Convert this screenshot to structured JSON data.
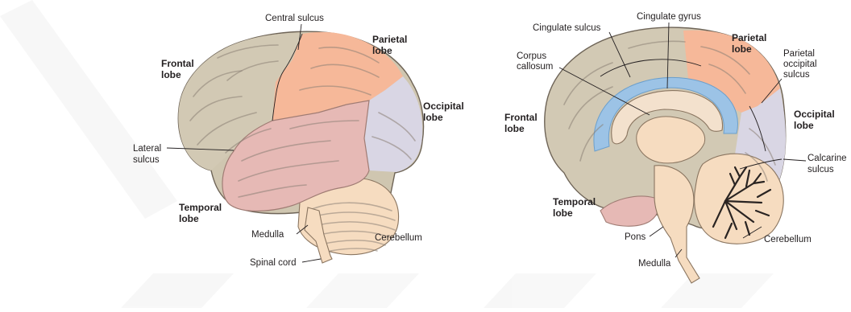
{
  "colors": {
    "frontal": "#d2c9b4",
    "parietal": "#f6b899",
    "occipital": "#d9d6e4",
    "temporal": "#e6b9b5",
    "cerebellum": "#f6dcc0",
    "brainstem": "#f6dcc0",
    "cingulate": "#9cc3e6",
    "outline": "#6e6457"
  },
  "lateral_view": {
    "labels": {
      "central_sulcus": "Central sulcus",
      "parietal_1": "Parietal",
      "parietal_2": "lobe",
      "frontal_1": "Frontal",
      "frontal_2": "lobe",
      "occipital_1": "Occipital",
      "occipital_2": "lobe",
      "lateral_1": "Lateral",
      "lateral_2": "sulcus",
      "temporal_1": "Temporal",
      "temporal_2": "lobe",
      "medulla": "Medulla",
      "cerebellum": "Cerebellum",
      "spinal_cord": "Spinal cord"
    }
  },
  "medial_view": {
    "labels": {
      "cingulate_sulcus": "Cingulate sulcus",
      "cingulate_gyrus": "Cingulate gyrus",
      "parietal_1": "Parietal",
      "parietal_2": "lobe",
      "parietal_occipital_1": "Parietal",
      "parietal_occipital_2": "occipital",
      "parietal_occipital_3": "sulcus",
      "corpus_1": "Corpus",
      "corpus_2": "callosum",
      "occipital_1": "Occipital",
      "occipital_2": "lobe",
      "frontal_1": "Frontal",
      "frontal_2": "lobe",
      "calcarine_1": "Calcarine",
      "calcarine_2": "sulcus",
      "temporal_1": "Temporal",
      "temporal_2": "lobe",
      "pons": "Pons",
      "cerebellum": "Cerebellum",
      "medulla": "Medulla"
    }
  }
}
